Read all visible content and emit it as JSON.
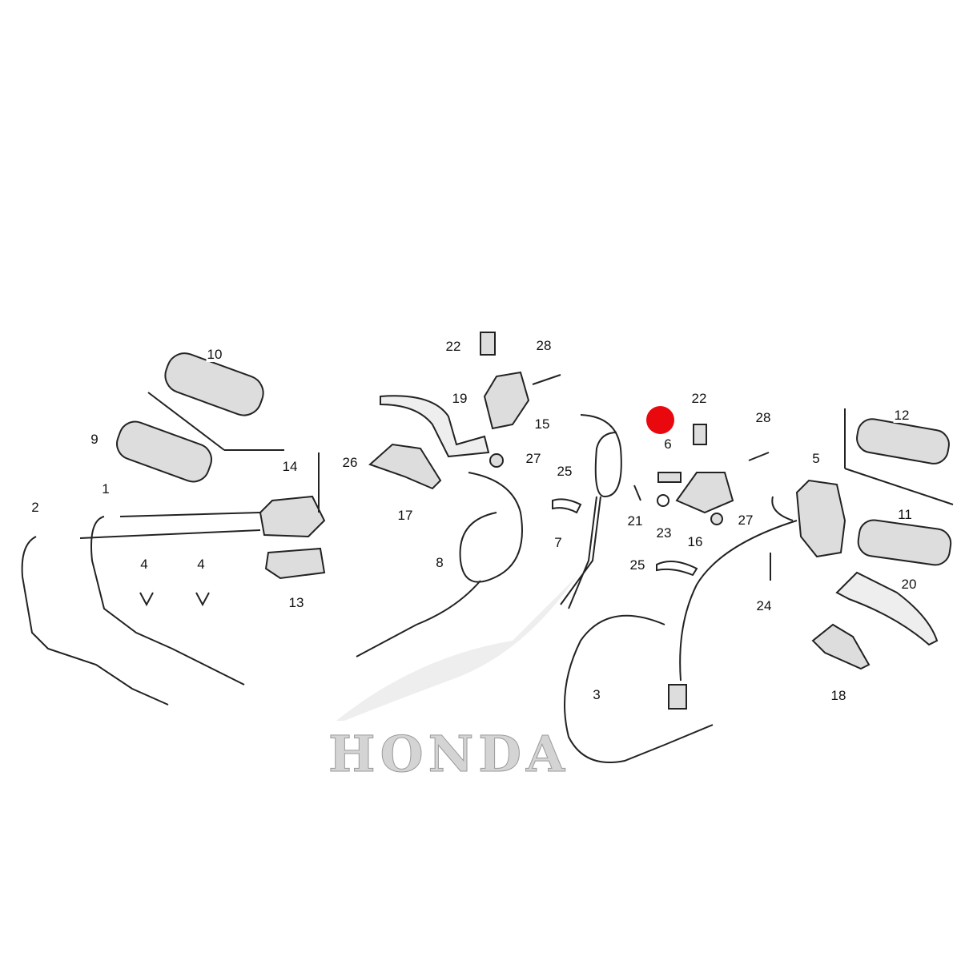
{
  "diagram": {
    "watermark": "HONDA",
    "marker_color": "#e8080e",
    "callouts": [
      "10",
      "9",
      "14",
      "26",
      "1",
      "2",
      "4",
      "4",
      "13",
      "22",
      "28",
      "19",
      "15",
      "27",
      "17",
      "25",
      "7",
      "8",
      "22",
      "28",
      "6",
      "21",
      "23",
      "16",
      "27",
      "25",
      "5",
      "12",
      "11",
      "24",
      "20",
      "18",
      "3"
    ]
  }
}
